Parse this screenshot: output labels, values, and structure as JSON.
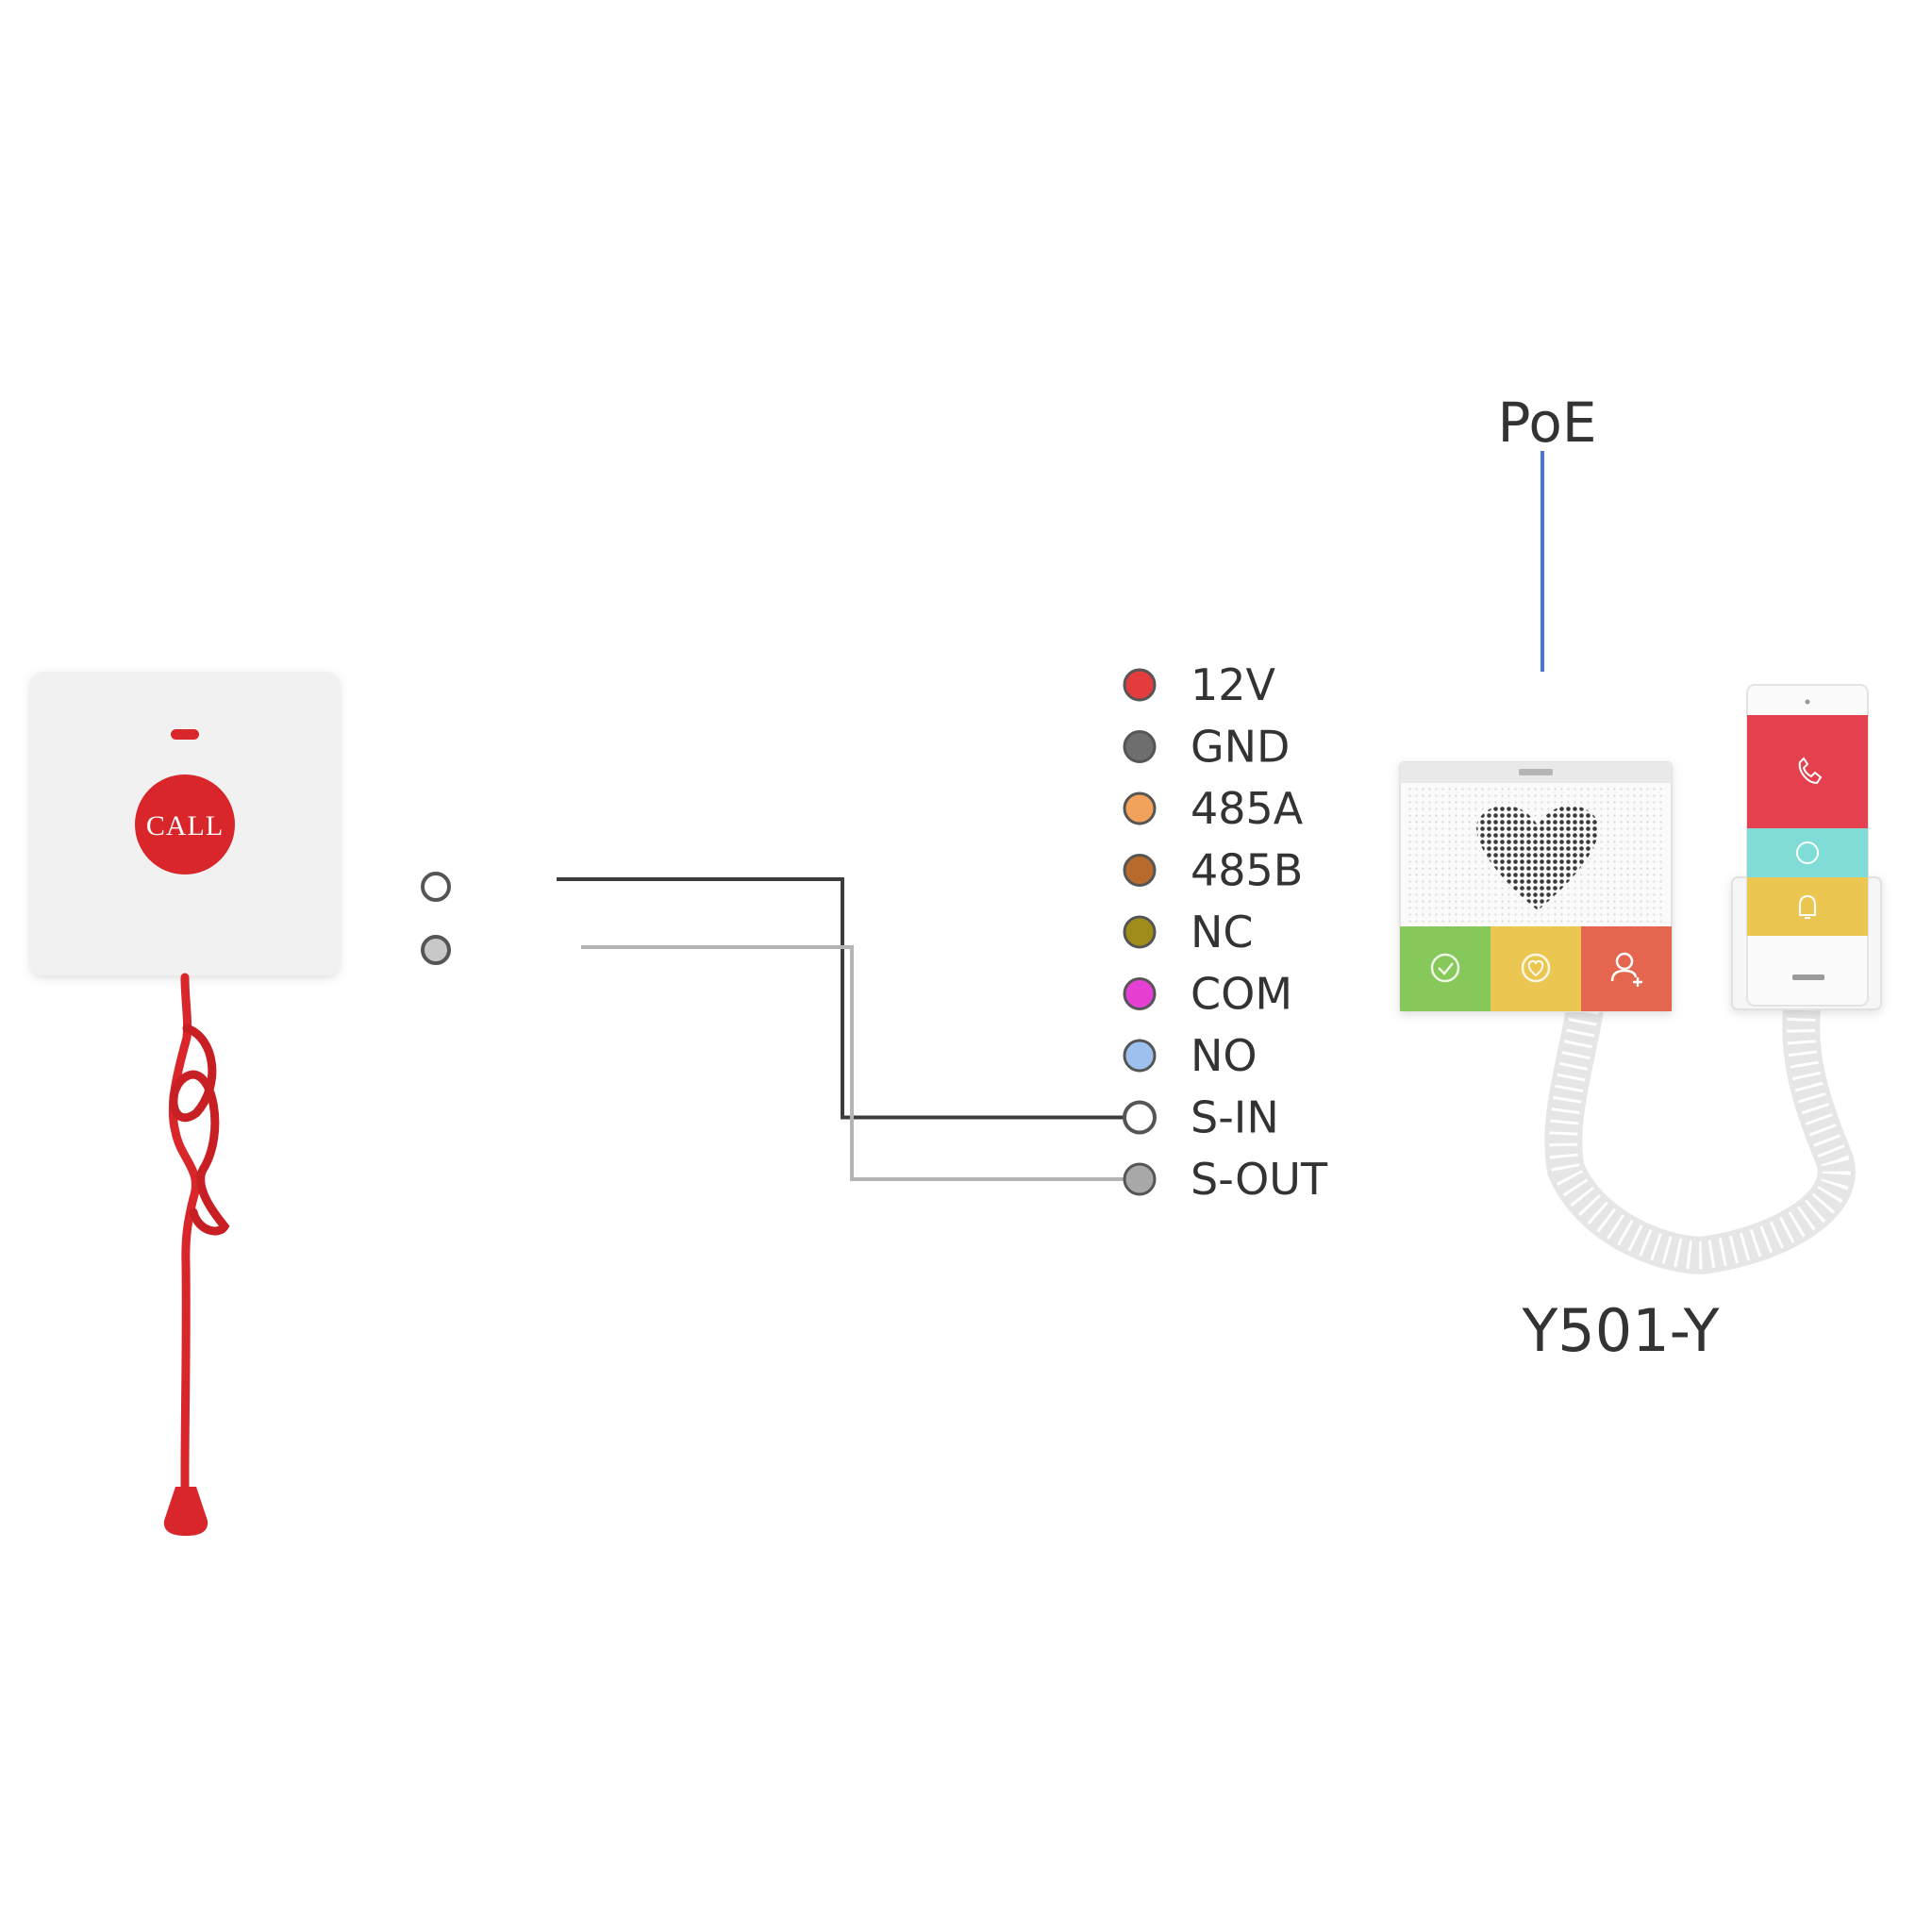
{
  "call_button": {
    "label": "CALL"
  },
  "poe": {
    "label": "PoE",
    "line_color": "#4a74d8"
  },
  "terminals": [
    {
      "label": "12V",
      "color": "#e43c3c",
      "hollow": false
    },
    {
      "label": "GND",
      "color": "#6e6e6e",
      "hollow": false
    },
    {
      "label": "485A",
      "color": "#f2a25a",
      "hollow": false
    },
    {
      "label": "485B",
      "color": "#b86a2c",
      "hollow": false
    },
    {
      "label": "NC",
      "color": "#a08c18",
      "hollow": false
    },
    {
      "label": "COM",
      "color": "#e63fd4",
      "hollow": false
    },
    {
      "label": "NO",
      "color": "#9ec0ee",
      "hollow": false
    },
    {
      "label": "S-IN",
      "color": "#555555",
      "hollow": true
    },
    {
      "label": "S-OUT",
      "color": "#a8a8a8",
      "hollow": false
    }
  ],
  "wires": {
    "dark": "#3c3c3c",
    "light": "#b4b4b4"
  },
  "device": {
    "model": "Y501-Y",
    "buttons": [
      "#86c95a",
      "#ebc752",
      "#e5664e"
    ],
    "handset_sections": [
      "#e5404e",
      "#7fdcd6",
      "#ebc752"
    ]
  }
}
